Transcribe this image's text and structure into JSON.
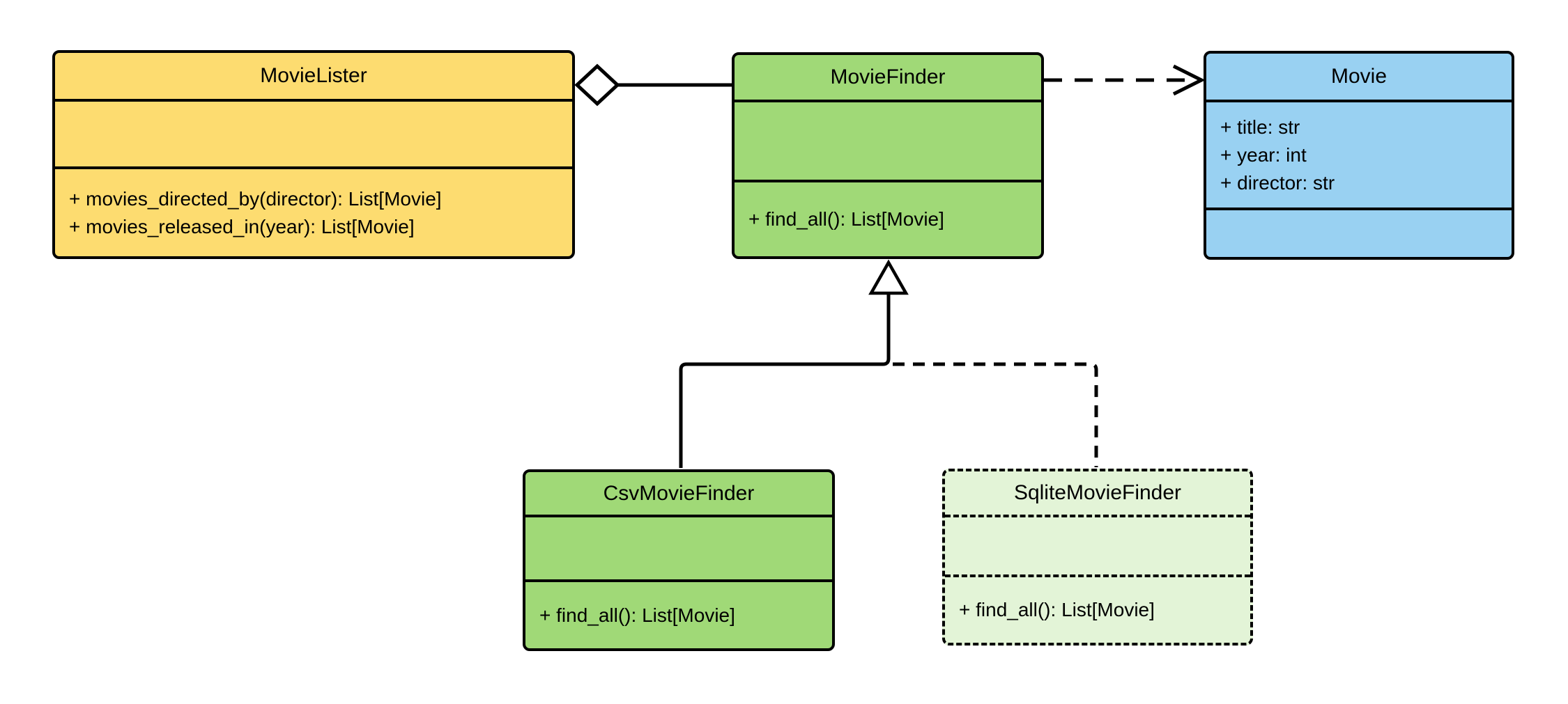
{
  "diagram": {
    "type": "uml-class-diagram",
    "background_color": "#FFFFFF",
    "stroke_color": "#000000",
    "colors": {
      "movie_lister_fill": "#FDDC70",
      "movie_finder_fill": "#A0D977",
      "movie_fill": "#99D1F2",
      "csv_movie_finder_fill": "#A0D977",
      "sqlite_movie_finder_fill": "#E3F4D7"
    }
  },
  "classes": {
    "movie_lister": {
      "name": "MovieLister",
      "attributes": [],
      "methods": [
        "+ movies_directed_by(director): List[Movie]",
        "+ movies_released_in(year): List[Movie]"
      ]
    },
    "movie_finder": {
      "name": "MovieFinder",
      "attributes": [],
      "methods": [
        "+ find_all(): List[Movie]"
      ]
    },
    "movie": {
      "name": "Movie",
      "attributes": [
        "+ title: str",
        "+ year: int",
        "+ director: str"
      ],
      "methods": []
    },
    "csv_movie_finder": {
      "name": "CsvMovieFinder",
      "attributes": [],
      "methods": [
        "+ find_all(): List[Movie]"
      ]
    },
    "sqlite_movie_finder": {
      "name": "SqliteMovieFinder",
      "attributes": [],
      "methods": [
        "+ find_all(): List[Movie]"
      ],
      "border_style": "dashed"
    }
  },
  "relationships": [
    {
      "type": "aggregation",
      "owner": "MovieLister",
      "part": "MovieFinder",
      "line": "solid",
      "marker": "hollow-diamond"
    },
    {
      "type": "dependency",
      "from": "MovieFinder",
      "to": "Movie",
      "line": "dashed",
      "marker": "open-arrow"
    },
    {
      "type": "generalization",
      "child": "CsvMovieFinder",
      "parent": "MovieFinder",
      "line": "solid",
      "marker": "hollow-triangle"
    },
    {
      "type": "generalization",
      "child": "SqliteMovieFinder",
      "parent": "MovieFinder",
      "line": "dashed",
      "marker": "hollow-triangle"
    }
  ]
}
